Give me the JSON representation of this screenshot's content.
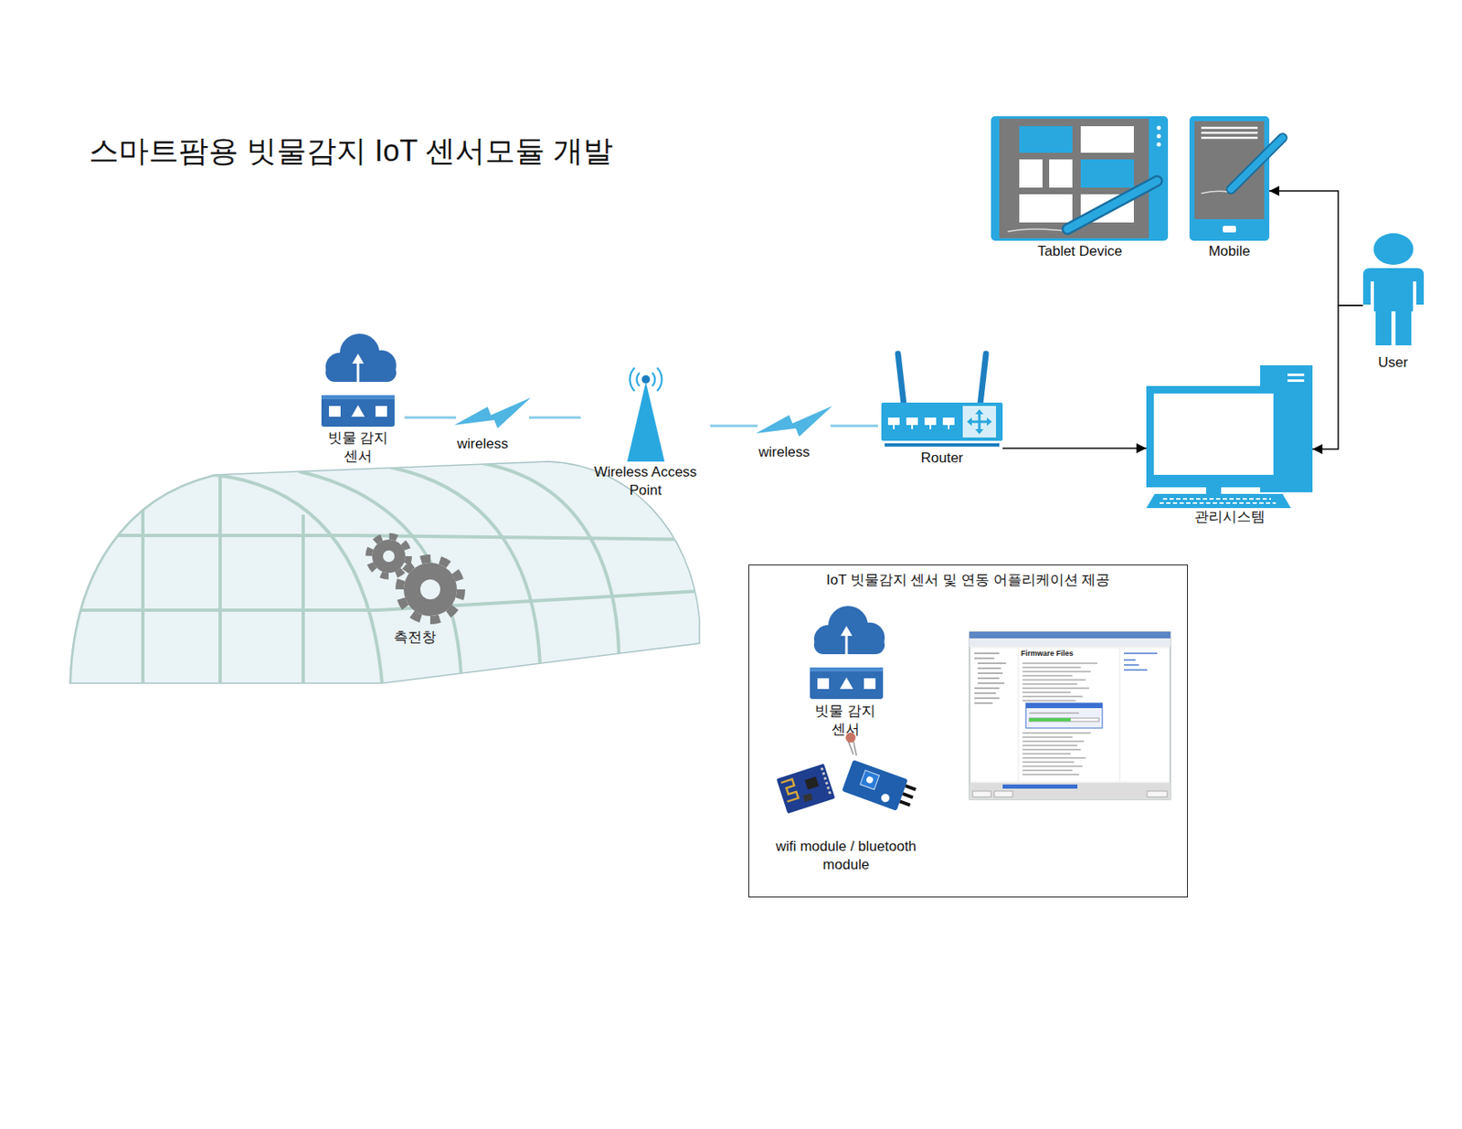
{
  "diagram": {
    "title": "스마트팜용 빗물감지 IoT 센서모듈 개발",
    "nodes": [
      {
        "text": [
          "Tablet Device"
        ]
      },
      {
        "text": [
          "Mobile"
        ]
      },
      {
        "text": [
          "User"
        ]
      },
      {
        "text": [
          "빗물 감지센서"
        ]
      },
      {
        "text": [
          "Wireless Access Point"
        ]
      },
      {
        "text": [
          "Router"
        ]
      },
      {
        "text": [
          "관리시스템"
        ]
      },
      {
        "text": [
          "측전창"
        ]
      },
      {
        "text": [
          "IoT 빗물감지 센서 및 연동 어플리케이션 제공"
        ]
      },
      {
        "text": [
          "빗물 감지센서"
        ],
        "in": 8
      },
      {
        "text": [
          "wifi module / bluetooth module"
        ],
        "in": 8
      }
    ],
    "edges": [
      {
        "from": 3,
        "to": 4,
        "label": "wireless",
        "arrow": "none"
      },
      {
        "from": 4,
        "to": 5,
        "label": "wireless",
        "arrow": "none"
      },
      {
        "from": 5,
        "to": 6,
        "arrow": "to"
      },
      {
        "from": 2,
        "to": 1,
        "arrow": "to"
      },
      {
        "from": 2,
        "to": 6,
        "arrow": "to"
      }
    ],
    "labels": [
      "Firmware Files"
    ]
  }
}
